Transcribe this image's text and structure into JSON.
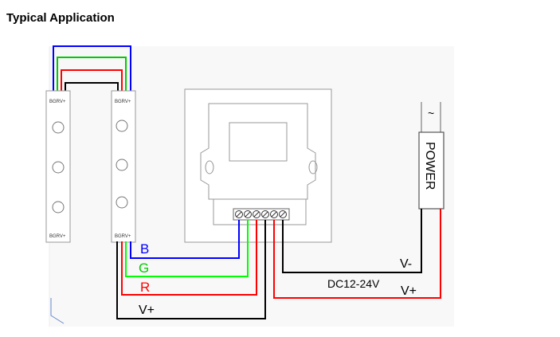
{
  "header": {
    "title": "Typical Application"
  },
  "strip": {
    "pin_codes": "BGRV+"
  },
  "controller": {
    "terminal_count": 6
  },
  "power_supply": {
    "label": "POWER",
    "ac_symbol": "~"
  },
  "wires": {
    "b": "B",
    "g": "G",
    "r": "R",
    "vplus_strip": "V+",
    "vminus": "V-",
    "vplus_supply": "V+",
    "supply_voltage": "DC12-24V"
  },
  "colors": {
    "blue": "#0000ff",
    "green": "#00ff00",
    "red": "#ff0000",
    "black": "#000000",
    "device_outline": "#999999"
  }
}
